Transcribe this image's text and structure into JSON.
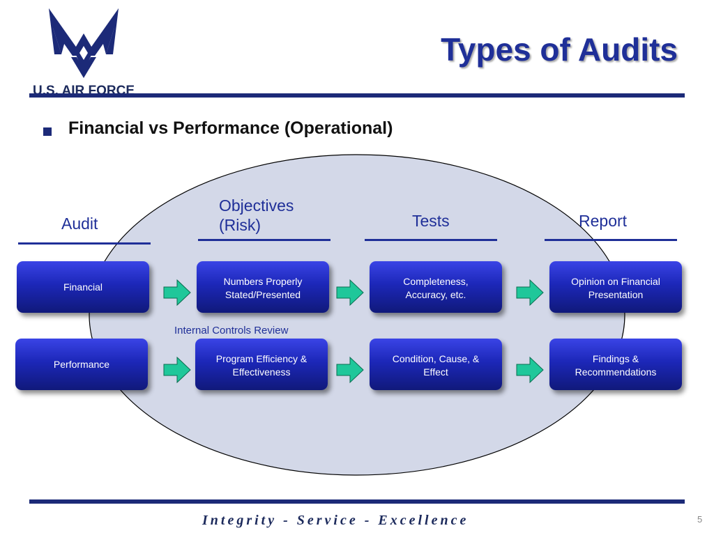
{
  "branding": {
    "logo_text": "U.S. AIR FORCE",
    "primary_color": "#1c2a78",
    "accent_color": "#1f2f98"
  },
  "slide": {
    "title": "Types of Audits",
    "bullet": "Financial vs Performance (Operational)",
    "motto": "Integrity - Service - Excellence",
    "page_number": "5"
  },
  "diagram": {
    "columns": {
      "audit": "Audit",
      "objectives_line1": "Objectives",
      "objectives_line2": "(Risk)",
      "tests": "Tests",
      "report": "Report"
    },
    "rows": {
      "financial": {
        "audit": "Financial",
        "objectives_line1": "Numbers Properly",
        "objectives_line2": "Stated/Presented",
        "tests_line1": "Completeness,",
        "tests_line2": "Accuracy,  etc.",
        "report_line1": "Opinion on Financial",
        "report_line2": "Presentation"
      },
      "performance": {
        "audit": "Performance",
        "objectives_line1": "Program Efficiency &",
        "objectives_line2": "Effectiveness",
        "tests_line1": "Condition, Cause, &",
        "tests_line2": "Effect",
        "report_line1": "Findings  &",
        "report_line2": "Recommendations"
      }
    },
    "internal_controls_label": "Internal Controls Review",
    "colors": {
      "box_top": "#3a44e6",
      "box_bottom": "#10197a",
      "arrow": "#1fc79a",
      "ellipse": "#d3d8e8"
    }
  }
}
